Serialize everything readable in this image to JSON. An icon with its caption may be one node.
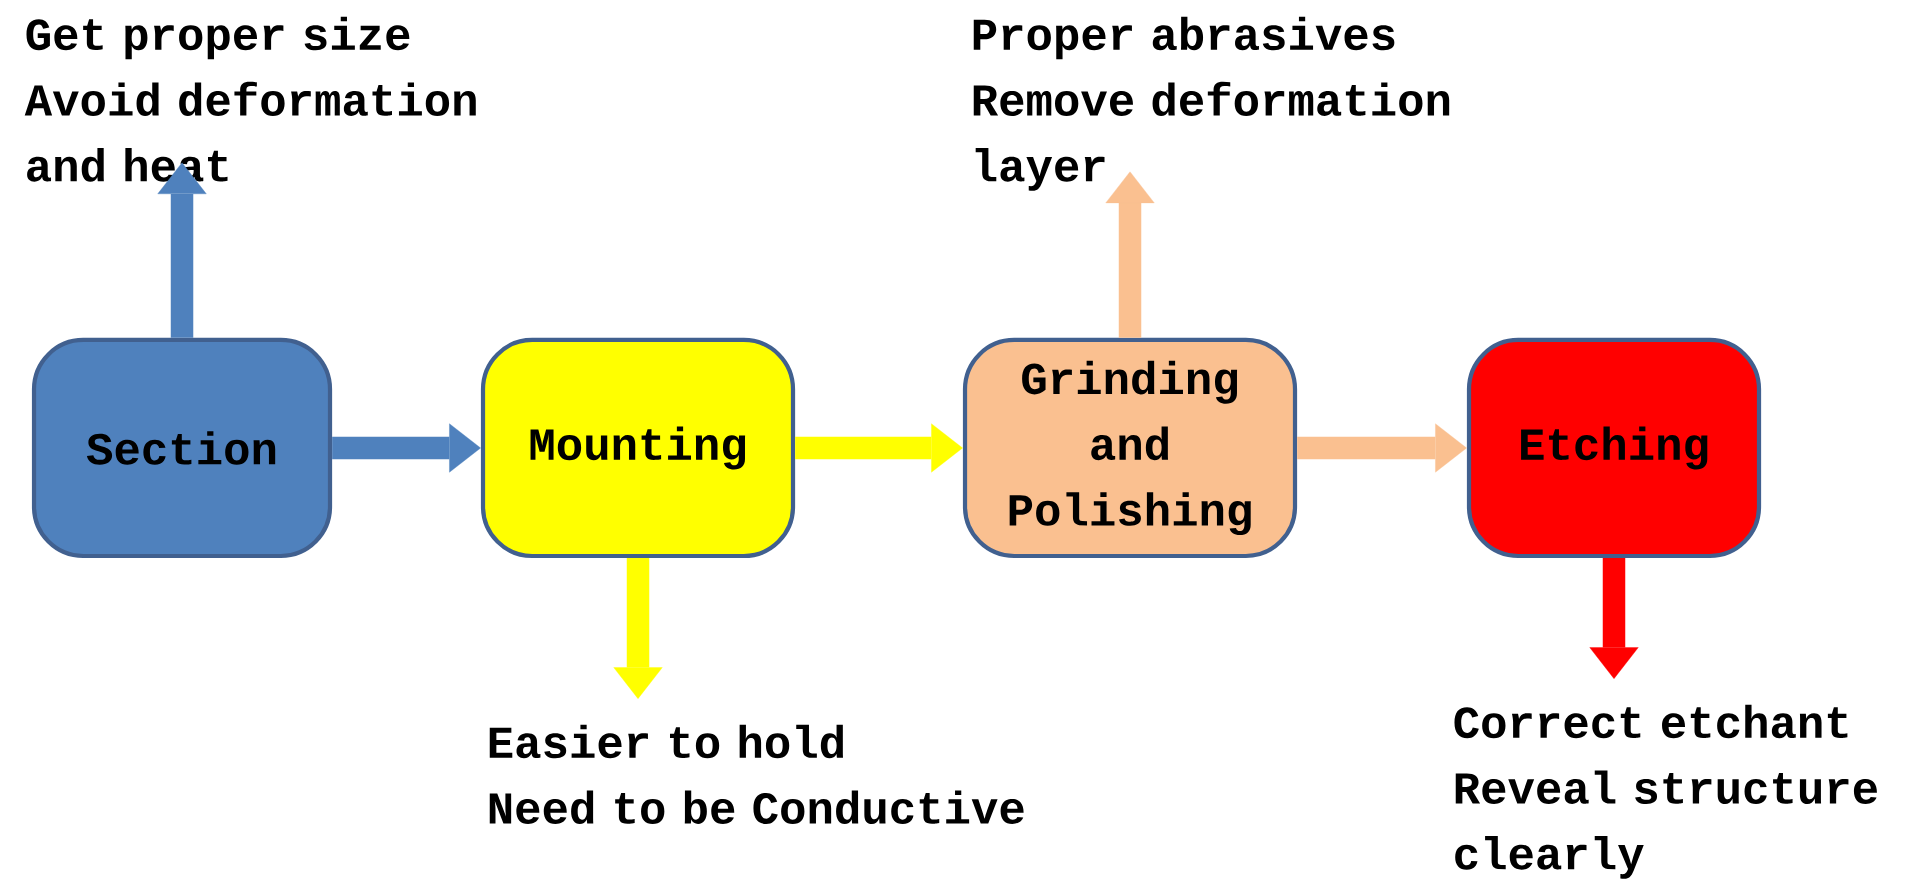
{
  "diagram": {
    "nodes": [
      {
        "text": [
          "Section"
        ]
      },
      {
        "text": [
          "Mounting"
        ]
      },
      {
        "text": [
          "Grinding and Polishing"
        ]
      },
      {
        "text": [
          "Etching"
        ]
      },
      {
        "text": [
          "Get proper size",
          "Avoid deformation and heat"
        ]
      },
      {
        "text": [
          "Easier to hold",
          "Need to be Conductive"
        ]
      },
      {
        "text": [
          "Proper abrasives",
          "Remove deformation layer"
        ]
      },
      {
        "text": [
          "Correct etchant",
          "Reveal structure clearly"
        ]
      }
    ],
    "edges": [
      {
        "from": 0,
        "to": 1,
        "arrow": "to",
        "color": "#4f81bd"
      },
      {
        "from": 1,
        "to": 2,
        "arrow": "to",
        "color": "#ffff00"
      },
      {
        "from": 2,
        "to": 3,
        "arrow": "to",
        "color": "#fac090"
      },
      {
        "from": 0,
        "to": 4,
        "arrow": "to",
        "color": "#4f81bd"
      },
      {
        "from": 1,
        "to": 5,
        "arrow": "to",
        "color": "#ffff00"
      },
      {
        "from": 2,
        "to": 6,
        "arrow": "to",
        "color": "#fac090"
      },
      {
        "from": 3,
        "to": 7,
        "arrow": "to",
        "color": "#ff0000"
      }
    ]
  }
}
